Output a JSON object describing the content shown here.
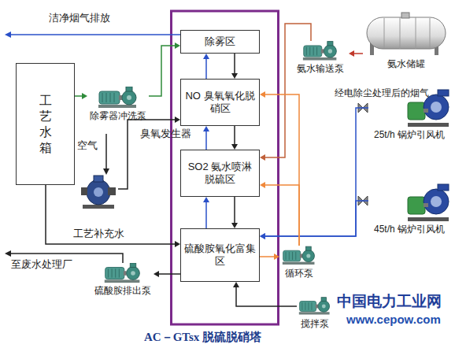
{
  "diagram": {
    "caption": "AC－GTsx 脱硫脱硝塔",
    "nodes": [
      {
        "text": [
          "除雾区"
        ]
      },
      {
        "text": [
          "NO 臭氧氧化脱硝区"
        ]
      },
      {
        "text": [
          "SO2 氨水喷淋脱硫区"
        ]
      },
      {
        "text": [
          "硫酸胺氧化富集区"
        ]
      },
      {
        "text": [
          "工艺水箱"
        ]
      },
      {
        "text": [
          "除雾器冲洗泵"
        ]
      },
      {
        "text": [
          "臭氧发生器"
        ]
      },
      {
        "text": [
          "硫酸胺排出泵"
        ]
      },
      {
        "text": [
          "氨水储罐"
        ]
      },
      {
        "text": [
          "氨水输送泵"
        ]
      },
      {
        "text": [
          "25t/h 锅炉引风机"
        ]
      },
      {
        "text": [
          "45t/h 锅炉引风机"
        ]
      },
      {
        "text": [
          "循环泵"
        ]
      },
      {
        "text": [
          "搅拌泵"
        ]
      }
    ],
    "edges": [
      {
        "from": 4,
        "to": 5,
        "arrow": "to"
      },
      {
        "from": 5,
        "to": 0,
        "arrow": "to"
      },
      {
        "from": 6,
        "to": 1,
        "arrow": "to"
      },
      {
        "from": 4,
        "to": 3,
        "label": "工艺补充水",
        "arrow": "to"
      },
      {
        "from": 3,
        "to": 7,
        "arrow": "to"
      },
      {
        "from": 8,
        "to": 9,
        "arrow": "to"
      },
      {
        "from": 9,
        "to": 2,
        "arrow": "to"
      },
      {
        "from": 10,
        "to": 3,
        "arrow": "to"
      },
      {
        "from": 11,
        "to": 3,
        "arrow": "to"
      },
      {
        "from": 3,
        "to": 12,
        "arrow": "to"
      },
      {
        "from": 12,
        "to": 1,
        "arrow": "to"
      },
      {
        "from": 12,
        "to": 2,
        "arrow": "to"
      },
      {
        "from": 13,
        "to": 3,
        "arrow": "to"
      },
      {
        "from": 1,
        "to": 0,
        "arrow": "to"
      },
      {
        "from": 0,
        "to": 1,
        "arrow": "to"
      },
      {
        "from": 2,
        "to": 1,
        "arrow": "to"
      },
      {
        "from": 1,
        "to": 2,
        "arrow": "to"
      },
      {
        "from": 3,
        "to": 2,
        "arrow": "to"
      },
      {
        "from": 2,
        "to": 3,
        "arrow": "to"
      }
    ],
    "labels": [
      "洁净烟气排放",
      "空气",
      "至废水处理厂",
      "经电除尘处理后的烟气",
      "中国电力工业网",
      "www.cepow.com"
    ]
  }
}
